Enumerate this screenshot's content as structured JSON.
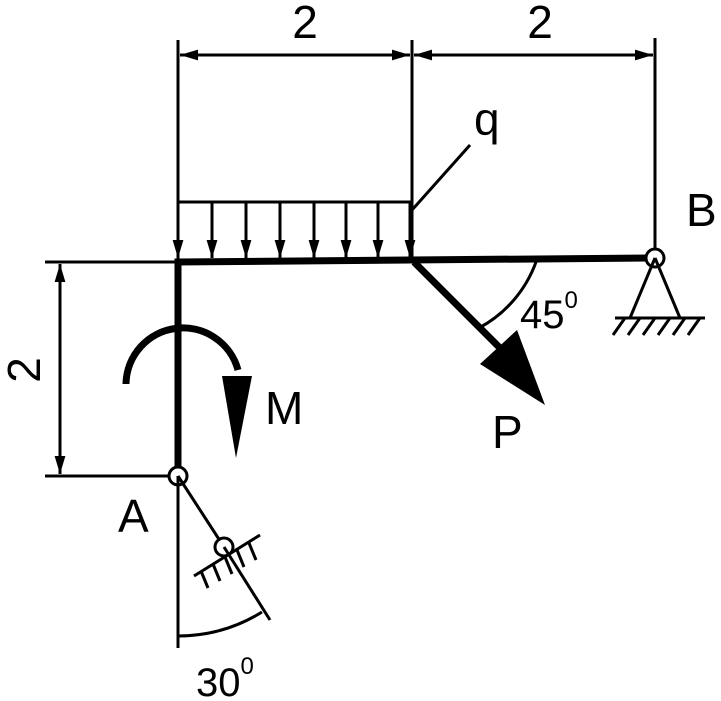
{
  "dimensions": {
    "top_left": "2",
    "top_right": "2",
    "left_vertical": "2"
  },
  "labels": {
    "load": "q",
    "support_b": "B",
    "support_a": "A",
    "moment": "M",
    "force": "P"
  },
  "angles": {
    "force_angle_value": "45",
    "force_angle_sup": "0",
    "support_angle_value": "30",
    "support_angle_sup": "0"
  }
}
